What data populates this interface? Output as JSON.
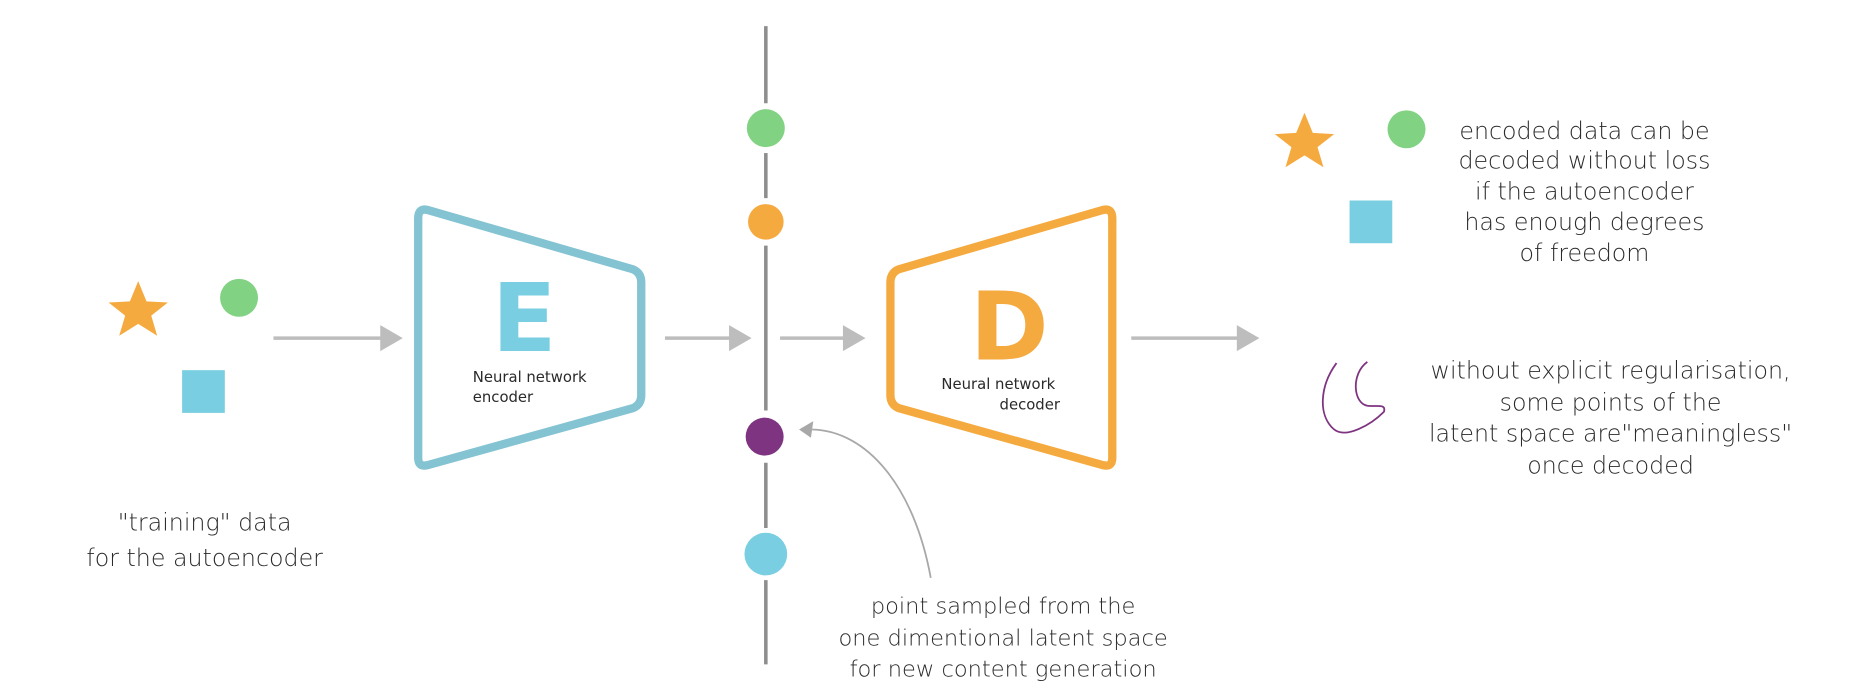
{
  "colors": {
    "orange": "#F5AA3F",
    "green": "#82D283",
    "blue": "#79CFE1",
    "encoder_stroke": "#83C3D2",
    "purple": "#7E3481",
    "gray": "#BDBDBD",
    "axis": "#8E8E8E"
  },
  "input": {
    "caption_line1": "\"training\" data",
    "caption_line2": "for the autoencoder"
  },
  "encoder": {
    "letter": "E",
    "label_line1": "Neural network",
    "label_line2": "encoder"
  },
  "decoder": {
    "letter": "D",
    "label_line1": "Neural network",
    "label_line2": "decoder"
  },
  "latent": {
    "caption_line1": "point sampled from the",
    "caption_line2": "one dimentional latent space",
    "caption_line3": "for new content generation"
  },
  "output": {
    "caption_line1": "encoded data can be",
    "caption_line2": "decoded without loss",
    "caption_line3": "if the autoencoder",
    "caption_line4": "has enough degrees",
    "caption_line5": "of freedom"
  },
  "meaningless": {
    "caption_line1": "without explicit regularisation,",
    "caption_line2": "some points of the",
    "caption_line3": "latent space are\"meaningless\"",
    "caption_line4": "once decoded"
  }
}
